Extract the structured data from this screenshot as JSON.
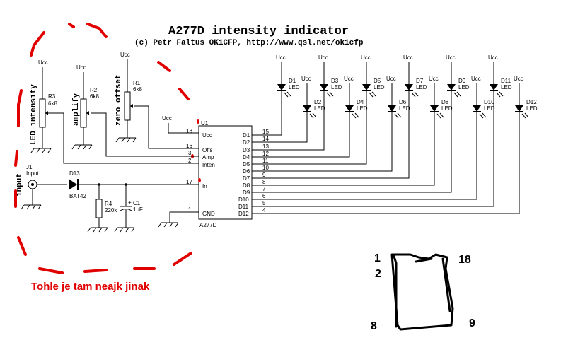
{
  "title": "A277D intensity indicator",
  "subtitle": "(c) Petr Faltus OK1CFP, http://www.qsl.net/ok1cfp",
  "supply_label": "Ucc",
  "ic": {
    "ref": "U1",
    "part": "A277D",
    "left_pins": [
      {
        "num": "18",
        "name": "Ucc"
      },
      {
        "num": "16",
        "name": "Offs"
      },
      {
        "num": "3",
        "name": "Amp"
      },
      {
        "num": "2",
        "name": "Inten"
      },
      {
        "num": "17",
        "name": "In"
      },
      {
        "num": "1",
        "name": "GND"
      }
    ],
    "right_pins": [
      {
        "num": "15",
        "name": "D1"
      },
      {
        "num": "14",
        "name": "D2"
      },
      {
        "num": "13",
        "name": "D3"
      },
      {
        "num": "12",
        "name": "D4"
      },
      {
        "num": "11",
        "name": "D5"
      },
      {
        "num": "10",
        "name": "D6"
      },
      {
        "num": "9",
        "name": "D7"
      },
      {
        "num": "8",
        "name": "D8"
      },
      {
        "num": "7",
        "name": "D9"
      },
      {
        "num": "6",
        "name": "D10"
      },
      {
        "num": "5",
        "name": "D11"
      },
      {
        "num": "4",
        "name": "D12"
      }
    ]
  },
  "pots": [
    {
      "ref": "R3",
      "value": "6k8",
      "label": "LED intensity"
    },
    {
      "ref": "R2",
      "value": "6k8",
      "label": "amplify"
    },
    {
      "ref": "R1",
      "value": "6k8",
      "label": "zero offset"
    }
  ],
  "leds": [
    {
      "ref": "D1",
      "type": "LED"
    },
    {
      "ref": "D2",
      "type": "LED"
    },
    {
      "ref": "D3",
      "type": "LED"
    },
    {
      "ref": "D4",
      "type": "LED"
    },
    {
      "ref": "D5",
      "type": "LED"
    },
    {
      "ref": "D6",
      "type": "LED"
    },
    {
      "ref": "D7",
      "type": "LED"
    },
    {
      "ref": "D8",
      "type": "LED"
    },
    {
      "ref": "D9",
      "type": "LED"
    },
    {
      "ref": "D10",
      "type": "LED"
    },
    {
      "ref": "D11",
      "type": "LED"
    },
    {
      "ref": "D12",
      "type": "LED"
    }
  ],
  "input": {
    "ref": "J1",
    "name": "Input",
    "label": "input"
  },
  "diode": {
    "ref": "D13",
    "part": "BAT42"
  },
  "resistor": {
    "ref": "R4",
    "value": "220k"
  },
  "capacitor": {
    "ref": "C1",
    "value": "1uF",
    "polarity": "+"
  },
  "annotation": "Tohle je tam neajk jinak",
  "annotation_color": "#e00000",
  "package_pins": {
    "top_left": "1",
    "left_second": "2",
    "bottom_left": "8",
    "top_right": "18",
    "bottom_right": "9"
  }
}
